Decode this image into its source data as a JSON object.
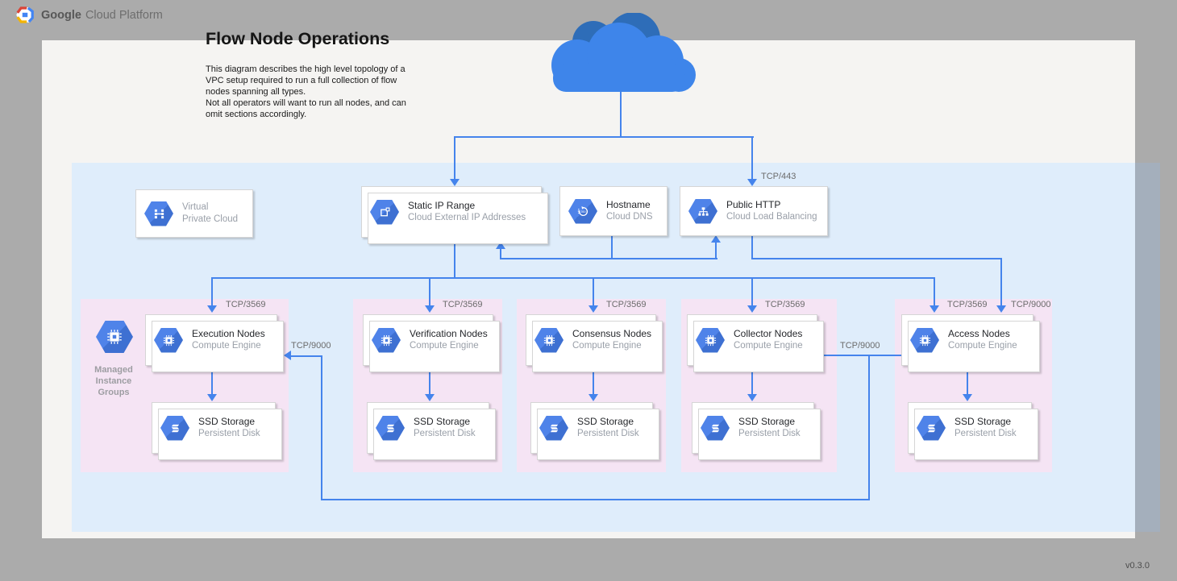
{
  "header": {
    "brand_bold": "Google",
    "brand_rest": "Cloud Platform"
  },
  "title": "Flow Node Operations",
  "description": "This diagram describes the high level topology of a\nVPC setup required to run a full collection of flow\nnodes spanning all types.\nNot all operators will want to run all nodes, and can\nomit sections accordingly.",
  "version": "v0.3.0",
  "vpc": {
    "label": "Virtual\nPrivate Cloud"
  },
  "top_cards": {
    "static_ip": {
      "title": "Static IP Range",
      "subtitle": "Cloud External IP Addresses"
    },
    "hostname": {
      "title": "Hostname",
      "subtitle": "Cloud DNS"
    },
    "public_http": {
      "title": "Public HTTP",
      "subtitle": "Cloud Load Balancing"
    }
  },
  "labels": {
    "tcp_443": "TCP/443",
    "tcp_9000": "TCP/9000"
  },
  "mig": {
    "label": "Managed\nInstance\nGroups"
  },
  "groups": [
    {
      "port": "TCP/3569",
      "title": "Execution Nodes",
      "subtitle": "Compute Engine",
      "ssd_title": "SSD Storage",
      "ssd_subtitle": "Persistent Disk"
    },
    {
      "port": "TCP/3569",
      "title": "Verification Nodes",
      "subtitle": "Compute Engine",
      "ssd_title": "SSD Storage",
      "ssd_subtitle": "Persistent Disk"
    },
    {
      "port": "TCP/3569",
      "title": "Consensus Nodes",
      "subtitle": "Compute Engine",
      "ssd_title": "SSD Storage",
      "ssd_subtitle": "Persistent Disk"
    },
    {
      "port": "TCP/3569",
      "title": "Collector Nodes",
      "subtitle": "Compute Engine",
      "ssd_title": "SSD Storage",
      "ssd_subtitle": "Persistent Disk"
    },
    {
      "port": "TCP/3569",
      "port2": "TCP/9000",
      "title": "Access Nodes",
      "subtitle": "Compute Engine",
      "ssd_title": "SSD Storage",
      "ssd_subtitle": "Persistent Disk"
    }
  ],
  "colors": {
    "accent_blue": "#4584ec",
    "hexagon_blue": "#4a7ee0",
    "zone_blue": "#dfedfb",
    "group_pink": "#f5e4f4",
    "canvas": "#f5f4f2",
    "backdrop": "#ababab"
  }
}
